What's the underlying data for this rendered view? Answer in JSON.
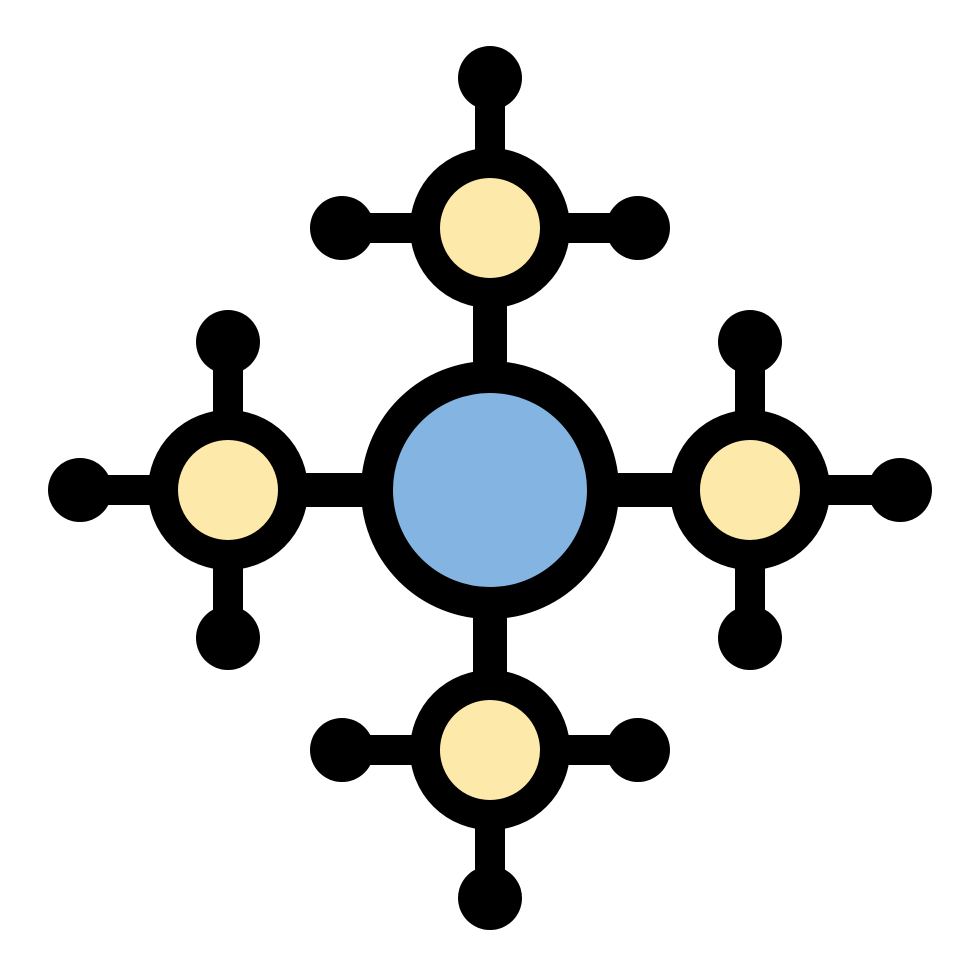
{
  "icon": {
    "name": "network-hub-icon",
    "colors": {
      "outline": "#000000",
      "hub_fill": "#84b4e2",
      "satellite_fill": "#fde9a9",
      "background": "#ffffff"
    },
    "satellites": [
      "top",
      "left",
      "right",
      "bottom"
    ],
    "terminals_per_satellite": 3
  }
}
